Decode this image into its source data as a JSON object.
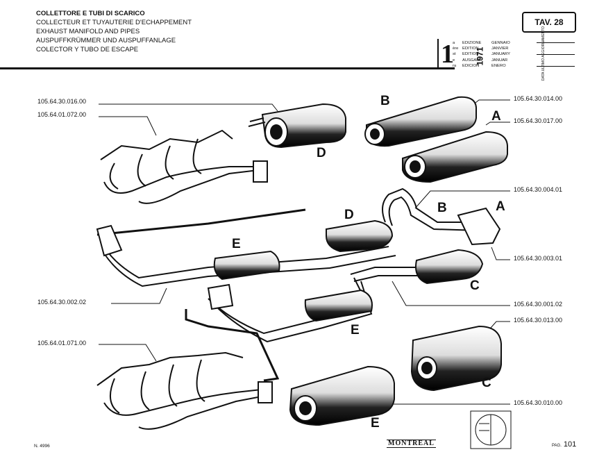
{
  "header": {
    "title_lines": [
      "COLLETTORE E TUBI DI SCARICO",
      "COLLECTEUR ET TUYAUTERIE D'ECHAPPEMENT",
      "EXHAUST MANIFOLD AND PIPES",
      "AUSPUFFKRÜMMER UND AUSPUFFANLAGE",
      "COLECTOR Y TUBO DE ESCAPE"
    ],
    "table_label": "TAV. 28"
  },
  "edition": {
    "number": "1",
    "ordinals": [
      "a",
      "ère",
      "st",
      "e",
      "ra"
    ],
    "words": [
      "EDIZIONE",
      "EDITION",
      "EDITION",
      "AUSGABE",
      "EDICION"
    ],
    "months": [
      "GENNAIO",
      "JANVIER",
      "JANUARY",
      "JANUAR",
      "ENERO"
    ],
    "year": "1971",
    "update_note": "DATA ULTIMO AGGIORNAMENTO"
  },
  "parts": {
    "p1": "105.64.30.016.00",
    "p2": "105.64.01.072.00",
    "p3": "105.64.30.014.00",
    "p4": "105.64.30.017.00",
    "p5": "105.64.30.004.01",
    "p6": "105.64.30.003.01",
    "p7": "105.64.30.002.02",
    "p8": "105.64.30.001.02",
    "p9": "105.64.30.013.00",
    "p10": "105.64.01.071.00",
    "p11": "105.64.30.010.00"
  },
  "letters": {
    "b": "B",
    "a": "A",
    "d": "D",
    "e": "E",
    "c": "C"
  },
  "footer": {
    "doc_number": "N. 4996",
    "brand": "MONTREAL",
    "page_label": "PAG.",
    "page_number": "101"
  }
}
